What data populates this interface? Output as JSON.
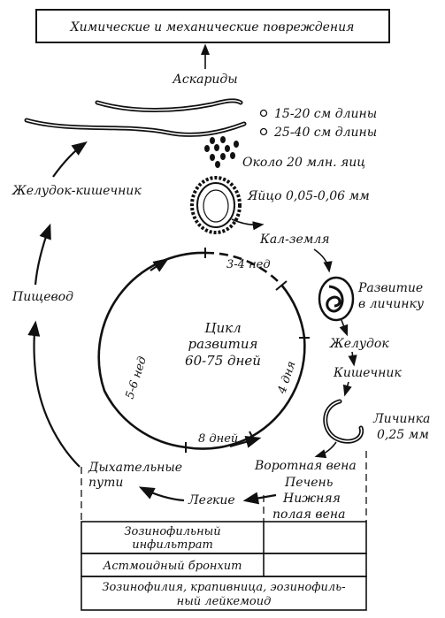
{
  "diagram": {
    "top_box": "Химические и механические повреждения",
    "ascarids": "Аскариды",
    "legend": [
      "15-20 см длины",
      "25-40 см длины"
    ],
    "eggs_count": "Около 20 млн. яиц",
    "gut": "Желудок-кишечник",
    "egg_size": "Яйцо 0,05-0,06 мм",
    "feces_soil": "Кал-земля",
    "development": [
      "Развитие",
      "в личинку"
    ],
    "stomach": "Желудок",
    "intestine": "Кишечник",
    "larva": [
      "Личинка",
      "0,25 мм"
    ],
    "esophagus": "Пищевод",
    "cycle": [
      "Цикл",
      "развития",
      "60-75 дней"
    ],
    "durations": {
      "d1": "3-4 нед",
      "d2": "4 дня",
      "d3": "8 дней",
      "d4": "5-6 нед"
    },
    "airways": [
      "Дыхательные",
      "пути"
    ],
    "lungs": "Легкие",
    "portal": [
      "Воротная вена",
      "Печень",
      "Нижняя",
      "полая вена"
    ],
    "table_rows": [
      [
        "Зозинофильный",
        "инфильтрат"
      ],
      [
        "Астмоидный бронхит"
      ],
      [
        "Зозинофилия, крапивница, эозинофиль-",
        "ный лейкемоид"
      ]
    ]
  }
}
